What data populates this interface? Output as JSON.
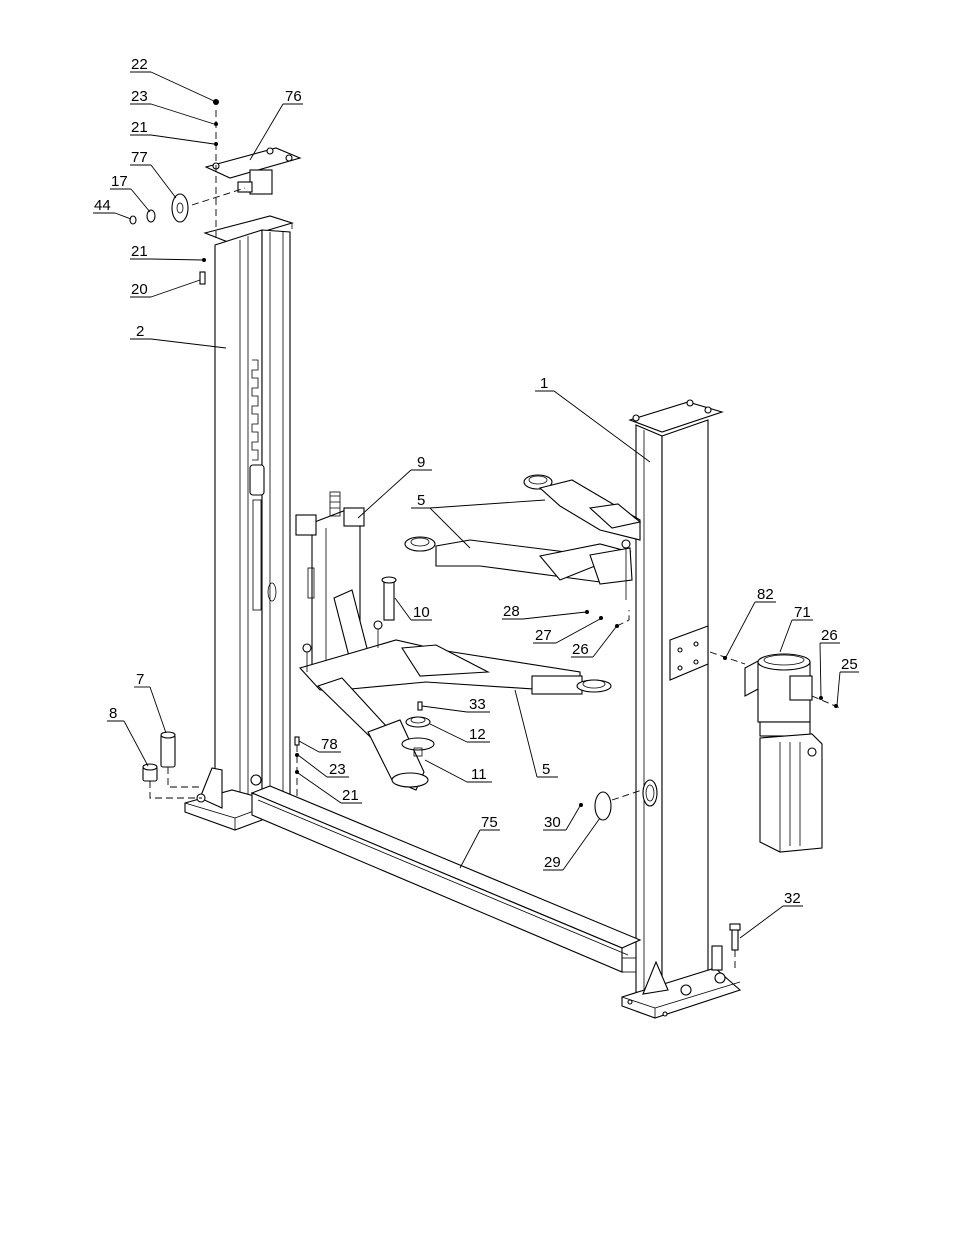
{
  "diagram": {
    "type": "exploded-parts-diagram",
    "callouts": [
      {
        "id": "c22a",
        "label": "22"
      },
      {
        "id": "c23a",
        "label": "23"
      },
      {
        "id": "c76",
        "label": "76"
      },
      {
        "id": "c21a",
        "label": "21"
      },
      {
        "id": "c77",
        "label": "77"
      },
      {
        "id": "c17",
        "label": "17"
      },
      {
        "id": "c44",
        "label": "44"
      },
      {
        "id": "c21b",
        "label": "21"
      },
      {
        "id": "c20",
        "label": "20"
      },
      {
        "id": "c2",
        "label": "2"
      },
      {
        "id": "c1",
        "label": "1"
      },
      {
        "id": "c9",
        "label": "9"
      },
      {
        "id": "c5a",
        "label": "5"
      },
      {
        "id": "c10",
        "label": "10"
      },
      {
        "id": "c28",
        "label": "28"
      },
      {
        "id": "c27",
        "label": "27"
      },
      {
        "id": "c26a",
        "label": "26"
      },
      {
        "id": "c82",
        "label": "82"
      },
      {
        "id": "c71",
        "label": "71"
      },
      {
        "id": "c26b",
        "label": "26"
      },
      {
        "id": "c25",
        "label": "25"
      },
      {
        "id": "c7",
        "label": "7"
      },
      {
        "id": "c8",
        "label": "8"
      },
      {
        "id": "c33",
        "label": "33"
      },
      {
        "id": "c12",
        "label": "12"
      },
      {
        "id": "c78",
        "label": "78"
      },
      {
        "id": "c11",
        "label": "11"
      },
      {
        "id": "c23b",
        "label": "23"
      },
      {
        "id": "c5b",
        "label": "5"
      },
      {
        "id": "c21c",
        "label": "21"
      },
      {
        "id": "c75",
        "label": "75"
      },
      {
        "id": "c30",
        "label": "30"
      },
      {
        "id": "c29",
        "label": "29"
      },
      {
        "id": "c32",
        "label": "32"
      }
    ]
  }
}
